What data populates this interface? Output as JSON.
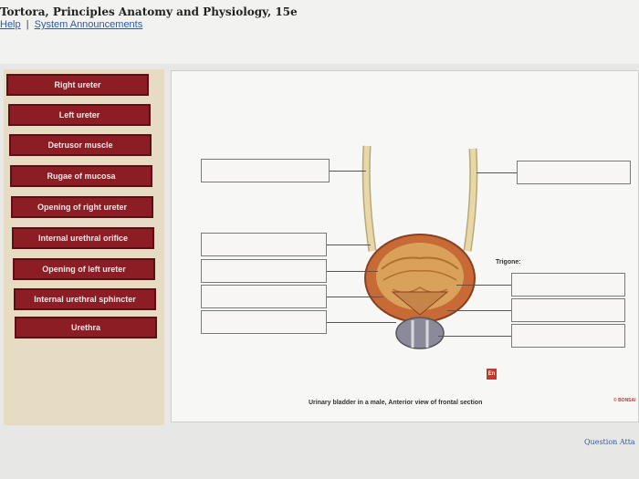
{
  "header": {
    "title": "Tortora, Principles Anatomy and Physiology, 15e",
    "help_link": "Help",
    "separator": "|",
    "announcements_link": "System Announcements"
  },
  "label_bank": {
    "items": [
      "Right ureter",
      "Left ureter",
      "Detrusor muscle",
      "Rugae of mucosa",
      "Opening of right ureter",
      "Internal urethral orifice",
      "Opening of left ureter",
      "Internal urethral sphincter",
      "Urethra"
    ]
  },
  "diagram": {
    "trigone_label": "Trigone:",
    "caption": "Urinary bladder in a male, Anterior view of frontal section",
    "language_icon": "En",
    "credit": "© BONSAI",
    "colors": {
      "bladder_wall": "#c86a35",
      "mucosa": "#d9a15a",
      "prostate": "#8a8a9a",
      "ureter": "#e8d8a8",
      "label_tile": "#8c1d24"
    }
  },
  "footer": {
    "question_link": "Question Atta"
  }
}
